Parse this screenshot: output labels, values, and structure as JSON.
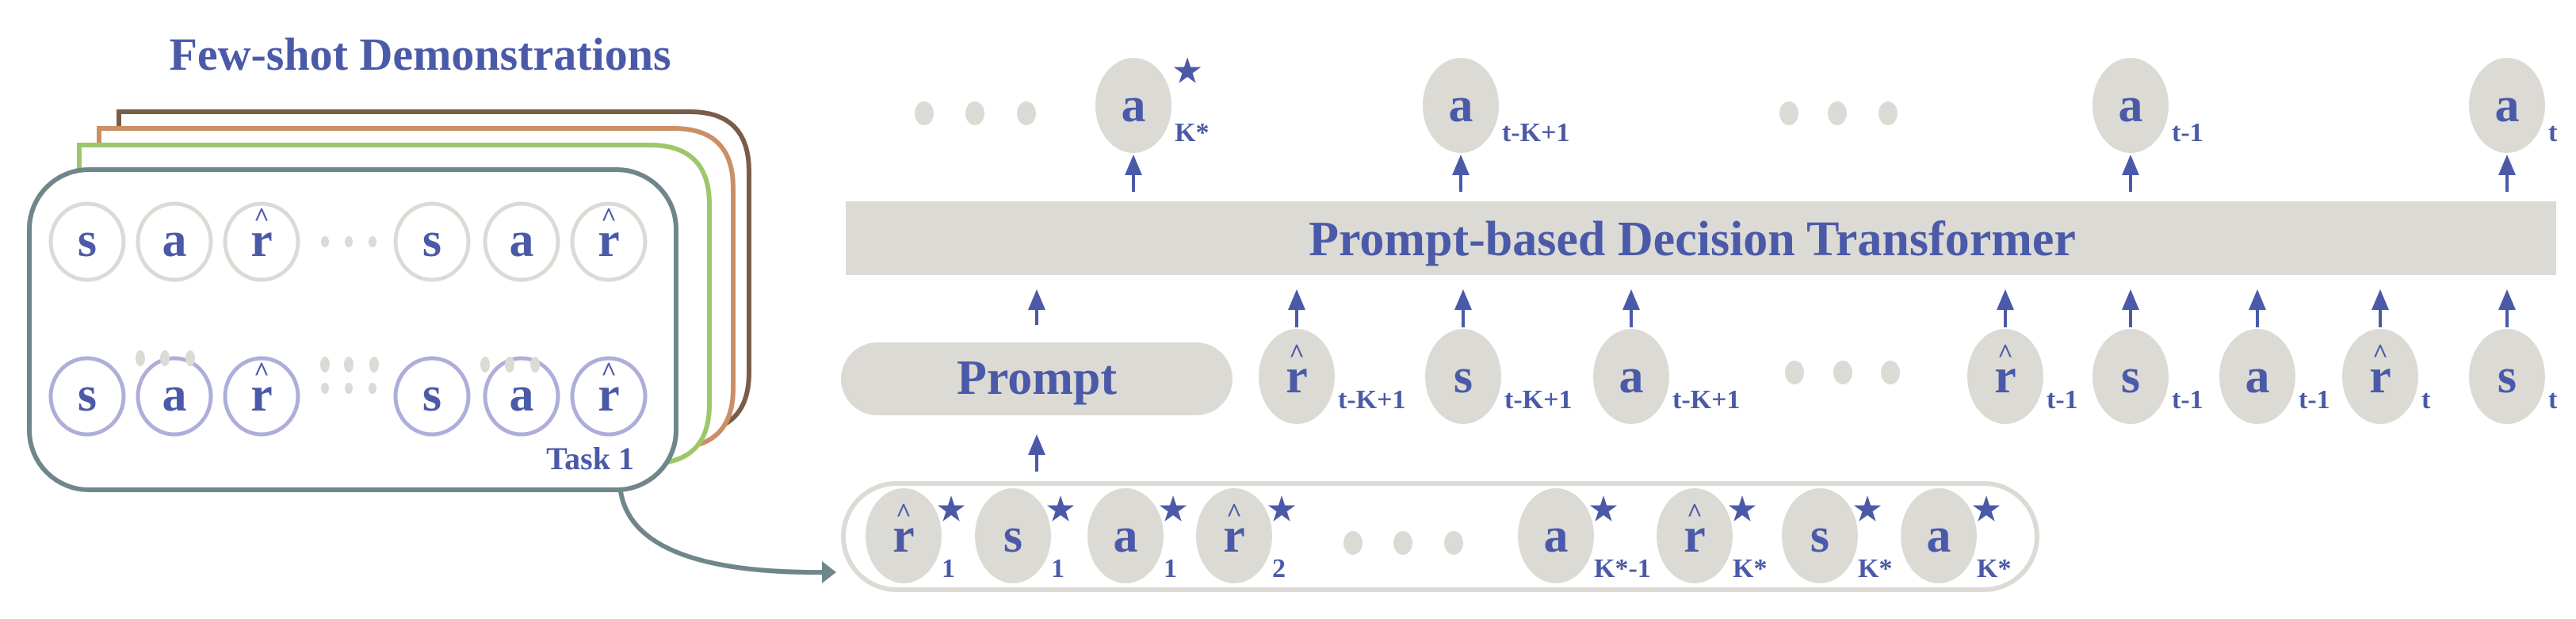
{
  "colors": {
    "text_blue": "#4b5aa8",
    "token_gray": "#dcdad4",
    "token_purple_border": "#aeaedb",
    "task1_border": "#6f868b",
    "task2_border": "#9cc86a",
    "task3_border": "#cb8f66",
    "task4_border": "#7a5d49",
    "arrow_gray": "#6f868b"
  },
  "left_panel": {
    "title": "Few-shot Demonstrations",
    "task_label": "Task 1",
    "stack_count": 4,
    "rows": [
      {
        "style": "gray-outline",
        "tokens": [
          "s",
          "a",
          "r̂",
          "s",
          "a",
          "r̂"
        ]
      },
      {
        "style": "purple-outline",
        "tokens": [
          "s",
          "a",
          "r̂",
          "s",
          "a",
          "r̂"
        ]
      }
    ]
  },
  "transformer": {
    "label": "Prompt-based Decision Transformer"
  },
  "outputs": [
    {
      "sym": "a",
      "sub": "K",
      "sub_star": true,
      "sup_star": true
    },
    {
      "sym": "a",
      "sub": "t-K+1"
    },
    {
      "sym": "a",
      "sub": "t-1"
    },
    {
      "sym": "a",
      "sub": "t"
    }
  ],
  "inputs": {
    "prompt_label": "Prompt",
    "tokens": [
      {
        "sym": "r̂",
        "sub": "t-K+1"
      },
      {
        "sym": "s",
        "sub": "t-K+1"
      },
      {
        "sym": "a",
        "sub": "t-K+1"
      },
      {
        "sym": "r̂",
        "sub": "t-1"
      },
      {
        "sym": "s",
        "sub": "t-1"
      },
      {
        "sym": "a",
        "sub": "t-1"
      },
      {
        "sym": "r̂",
        "sub": "t"
      },
      {
        "sym": "s",
        "sub": "t"
      }
    ]
  },
  "prompt_sequence": [
    {
      "sym": "r̂",
      "sub": "1"
    },
    {
      "sym": "s",
      "sub": "1"
    },
    {
      "sym": "a",
      "sub": "1"
    },
    {
      "sym": "r̂",
      "sub": "2"
    },
    {
      "sym": "a",
      "sub": "K",
      "sub_suffix": "-1"
    },
    {
      "sym": "r̂",
      "sub": "K"
    },
    {
      "sym": "s",
      "sub": "K"
    },
    {
      "sym": "a",
      "sub": "K"
    }
  ],
  "star_glyph": "★"
}
